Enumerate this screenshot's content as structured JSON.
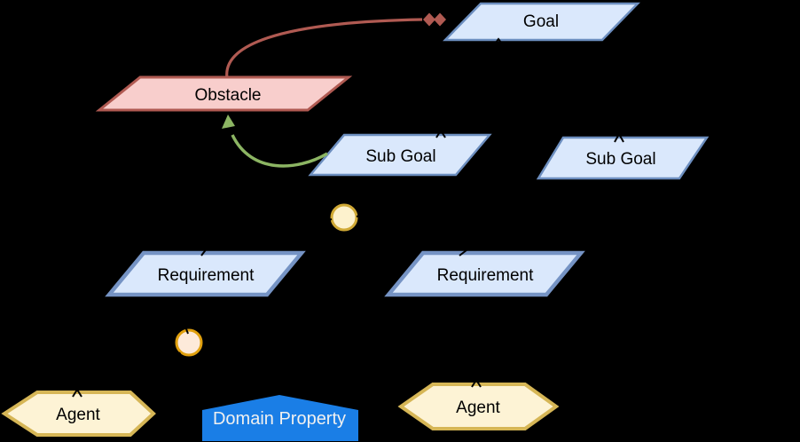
{
  "diagram": {
    "type": "kaos-goal-model",
    "background_color": "#000000",
    "nodes": {
      "goal": {
        "label": "Goal",
        "shape": "parallelogram"
      },
      "obstacle": {
        "label": "Obstacle",
        "shape": "parallelogram"
      },
      "subgoal_left": {
        "label": "Sub Goal",
        "shape": "parallelogram"
      },
      "subgoal_right": {
        "label": "Sub Goal",
        "shape": "parallelogram"
      },
      "requirement_left": {
        "label": "Requirement",
        "shape": "parallelogram"
      },
      "requirement_right": {
        "label": "Requirement",
        "shape": "parallelogram"
      },
      "refinement_circle_top": {
        "label": "",
        "shape": "circle"
      },
      "refinement_circle_bottom": {
        "label": "",
        "shape": "circle"
      },
      "agent_left": {
        "label": "Agent",
        "shape": "hexagon"
      },
      "agent_right": {
        "label": "Agent",
        "shape": "hexagon"
      },
      "domain_property": {
        "label": "Domain Property",
        "shape": "pentagon-house"
      }
    },
    "edges": {
      "obstruction": {
        "from": "Obstacle",
        "to": "Goal",
        "color": "#b05a52",
        "arrowhead": "double-diamond"
      },
      "resolution": {
        "from": "Sub Goal",
        "to": "Obstacle",
        "color": "#8cb563",
        "arrowhead": "triangle"
      }
    },
    "colors": {
      "goal_fill": "#dae8fc",
      "goal_stroke": "#6c8ebf",
      "requirement_stroke": "#7593c4",
      "obstacle_fill": "#f8cecc",
      "obstacle_stroke": "#b05a52",
      "agent_fill": "#fdf3d5",
      "agent_stroke": "#d6b656",
      "circle_top_fill": "#fdf2cd",
      "circle_top_stroke": "#d0a935",
      "circle_bottom_fill": "#fdeada",
      "circle_bottom_stroke": "#e0a00e",
      "domain_fill": "#1a7ee6",
      "domain_text": "#f0f0f0",
      "label_text": "#000000"
    }
  }
}
